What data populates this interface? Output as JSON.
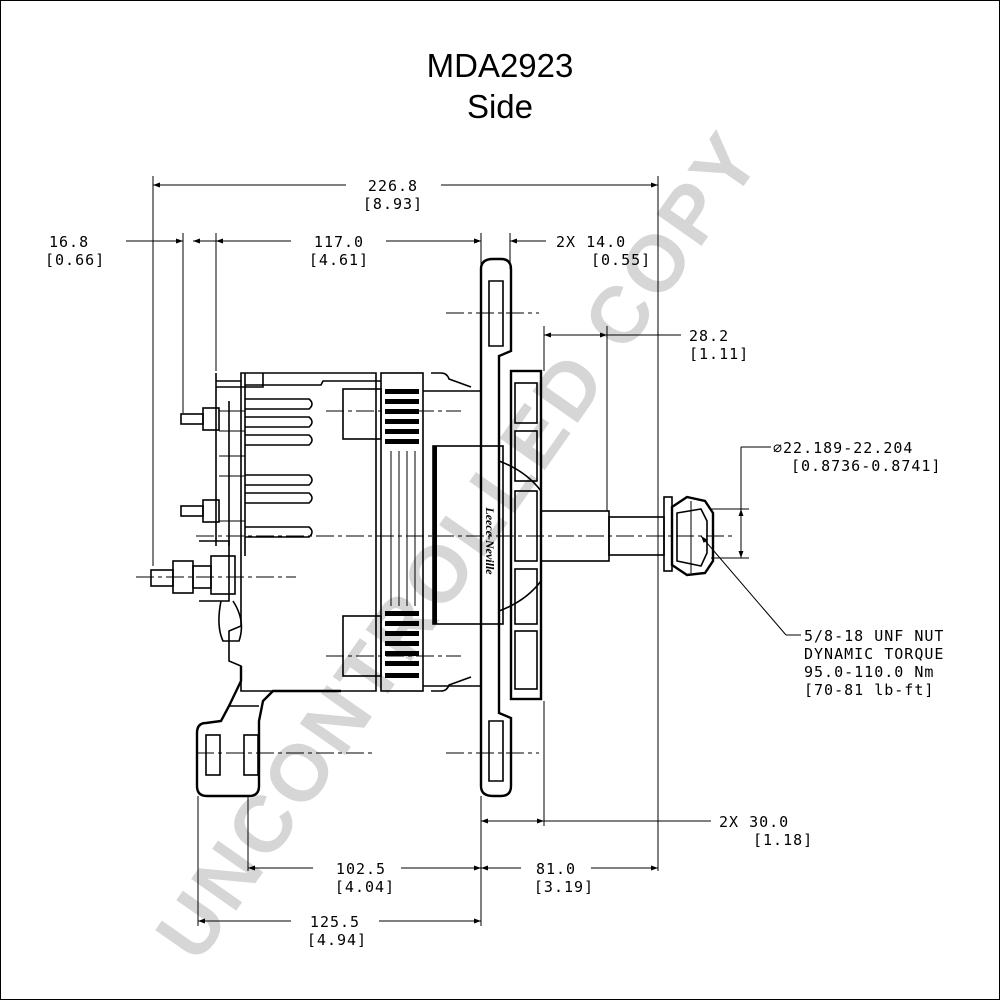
{
  "drawing": {
    "title": "MDA2923",
    "view": "Side",
    "watermark": "UNCONTROLLED COPY",
    "logo": "Leece-Neville"
  },
  "dimensions": {
    "overall_length": {
      "mm": "226.8",
      "in": "[8.93]"
    },
    "terminal_offset": {
      "mm": "16.8",
      "in": "[0.66]"
    },
    "rear_housing": {
      "mm": "117.0",
      "in": "[4.61]"
    },
    "flange_thickness": {
      "mm": "2X 14.0",
      "in": "[0.55]"
    },
    "shaft_extension": {
      "mm": "28.2",
      "in": "[1.11]"
    },
    "shaft_diameter": {
      "mm": "⌀22.189-22.204",
      "in": "[0.8736-0.8741]"
    },
    "nut": {
      "line1": "5/8-18 UNF NUT",
      "line2": "DYNAMIC TORQUE",
      "line3": "95.0-110.0 Nm",
      "line4": "[70-81 lb-ft]"
    },
    "mount_ear_width": {
      "mm": "2X 30.0",
      "in": "[1.18]"
    },
    "mount_to_flange": {
      "mm": "102.5",
      "in": "[4.04]"
    },
    "flange_to_front": {
      "mm": "81.0",
      "in": "[3.19]"
    },
    "foot_to_flange": {
      "mm": "125.5",
      "in": "[4.94]"
    }
  }
}
